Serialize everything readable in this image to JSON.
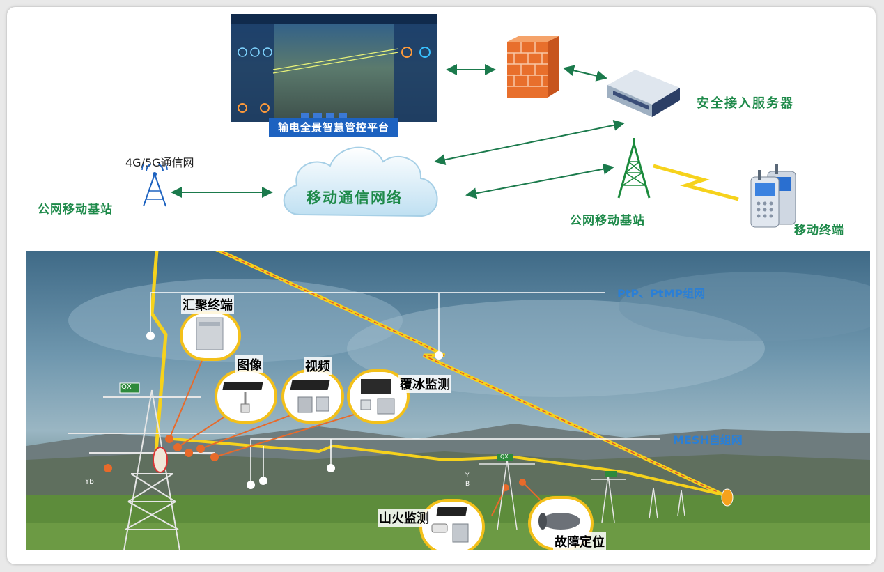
{
  "platform": {
    "screen_title": "输电全景智慧管控平台",
    "bar_label": "输电全景智慧管控平台"
  },
  "top": {
    "base_station_left": "公网移动基站",
    "network_4g5g": "4G/5G通信网",
    "cloud": "移动通信网络",
    "server": "安全接入服务器",
    "base_station_right": "公网移动基站",
    "mobile_terminal": "移动终端"
  },
  "scene": {
    "ptp_network": "PtP、PtMP组网",
    "mesh_network": "MESH自组网",
    "tower_tag_main": "QX",
    "tower_tag_far": "QX",
    "yb_label": "YB",
    "y_label": "Y",
    "b_label": "B",
    "devices": {
      "aggregation": "汇聚终端",
      "image": "图像",
      "video": "视频",
      "icing": "覆冰监测",
      "fire": "山火监测",
      "fault": "故障定位"
    }
  },
  "colors": {
    "frame_bg": "#ffffff",
    "label_green": "#1e8a4a",
    "network_blue": "#2a7fd6",
    "platform_blue": "#1d62c0",
    "link_yellow": "#f6d21c",
    "circle_border": "#f3c01a",
    "arrow_green": "#1b7a4c"
  },
  "icons": [
    "monitor-screen-icon",
    "firewall-icon",
    "server-icon",
    "cloud-icon",
    "antenna-tower-icon",
    "lightning-icon",
    "mobile-phone-icon",
    "transmission-tower-icon",
    "camera-icon",
    "solar-panel-icon",
    "sensor-box-icon"
  ]
}
